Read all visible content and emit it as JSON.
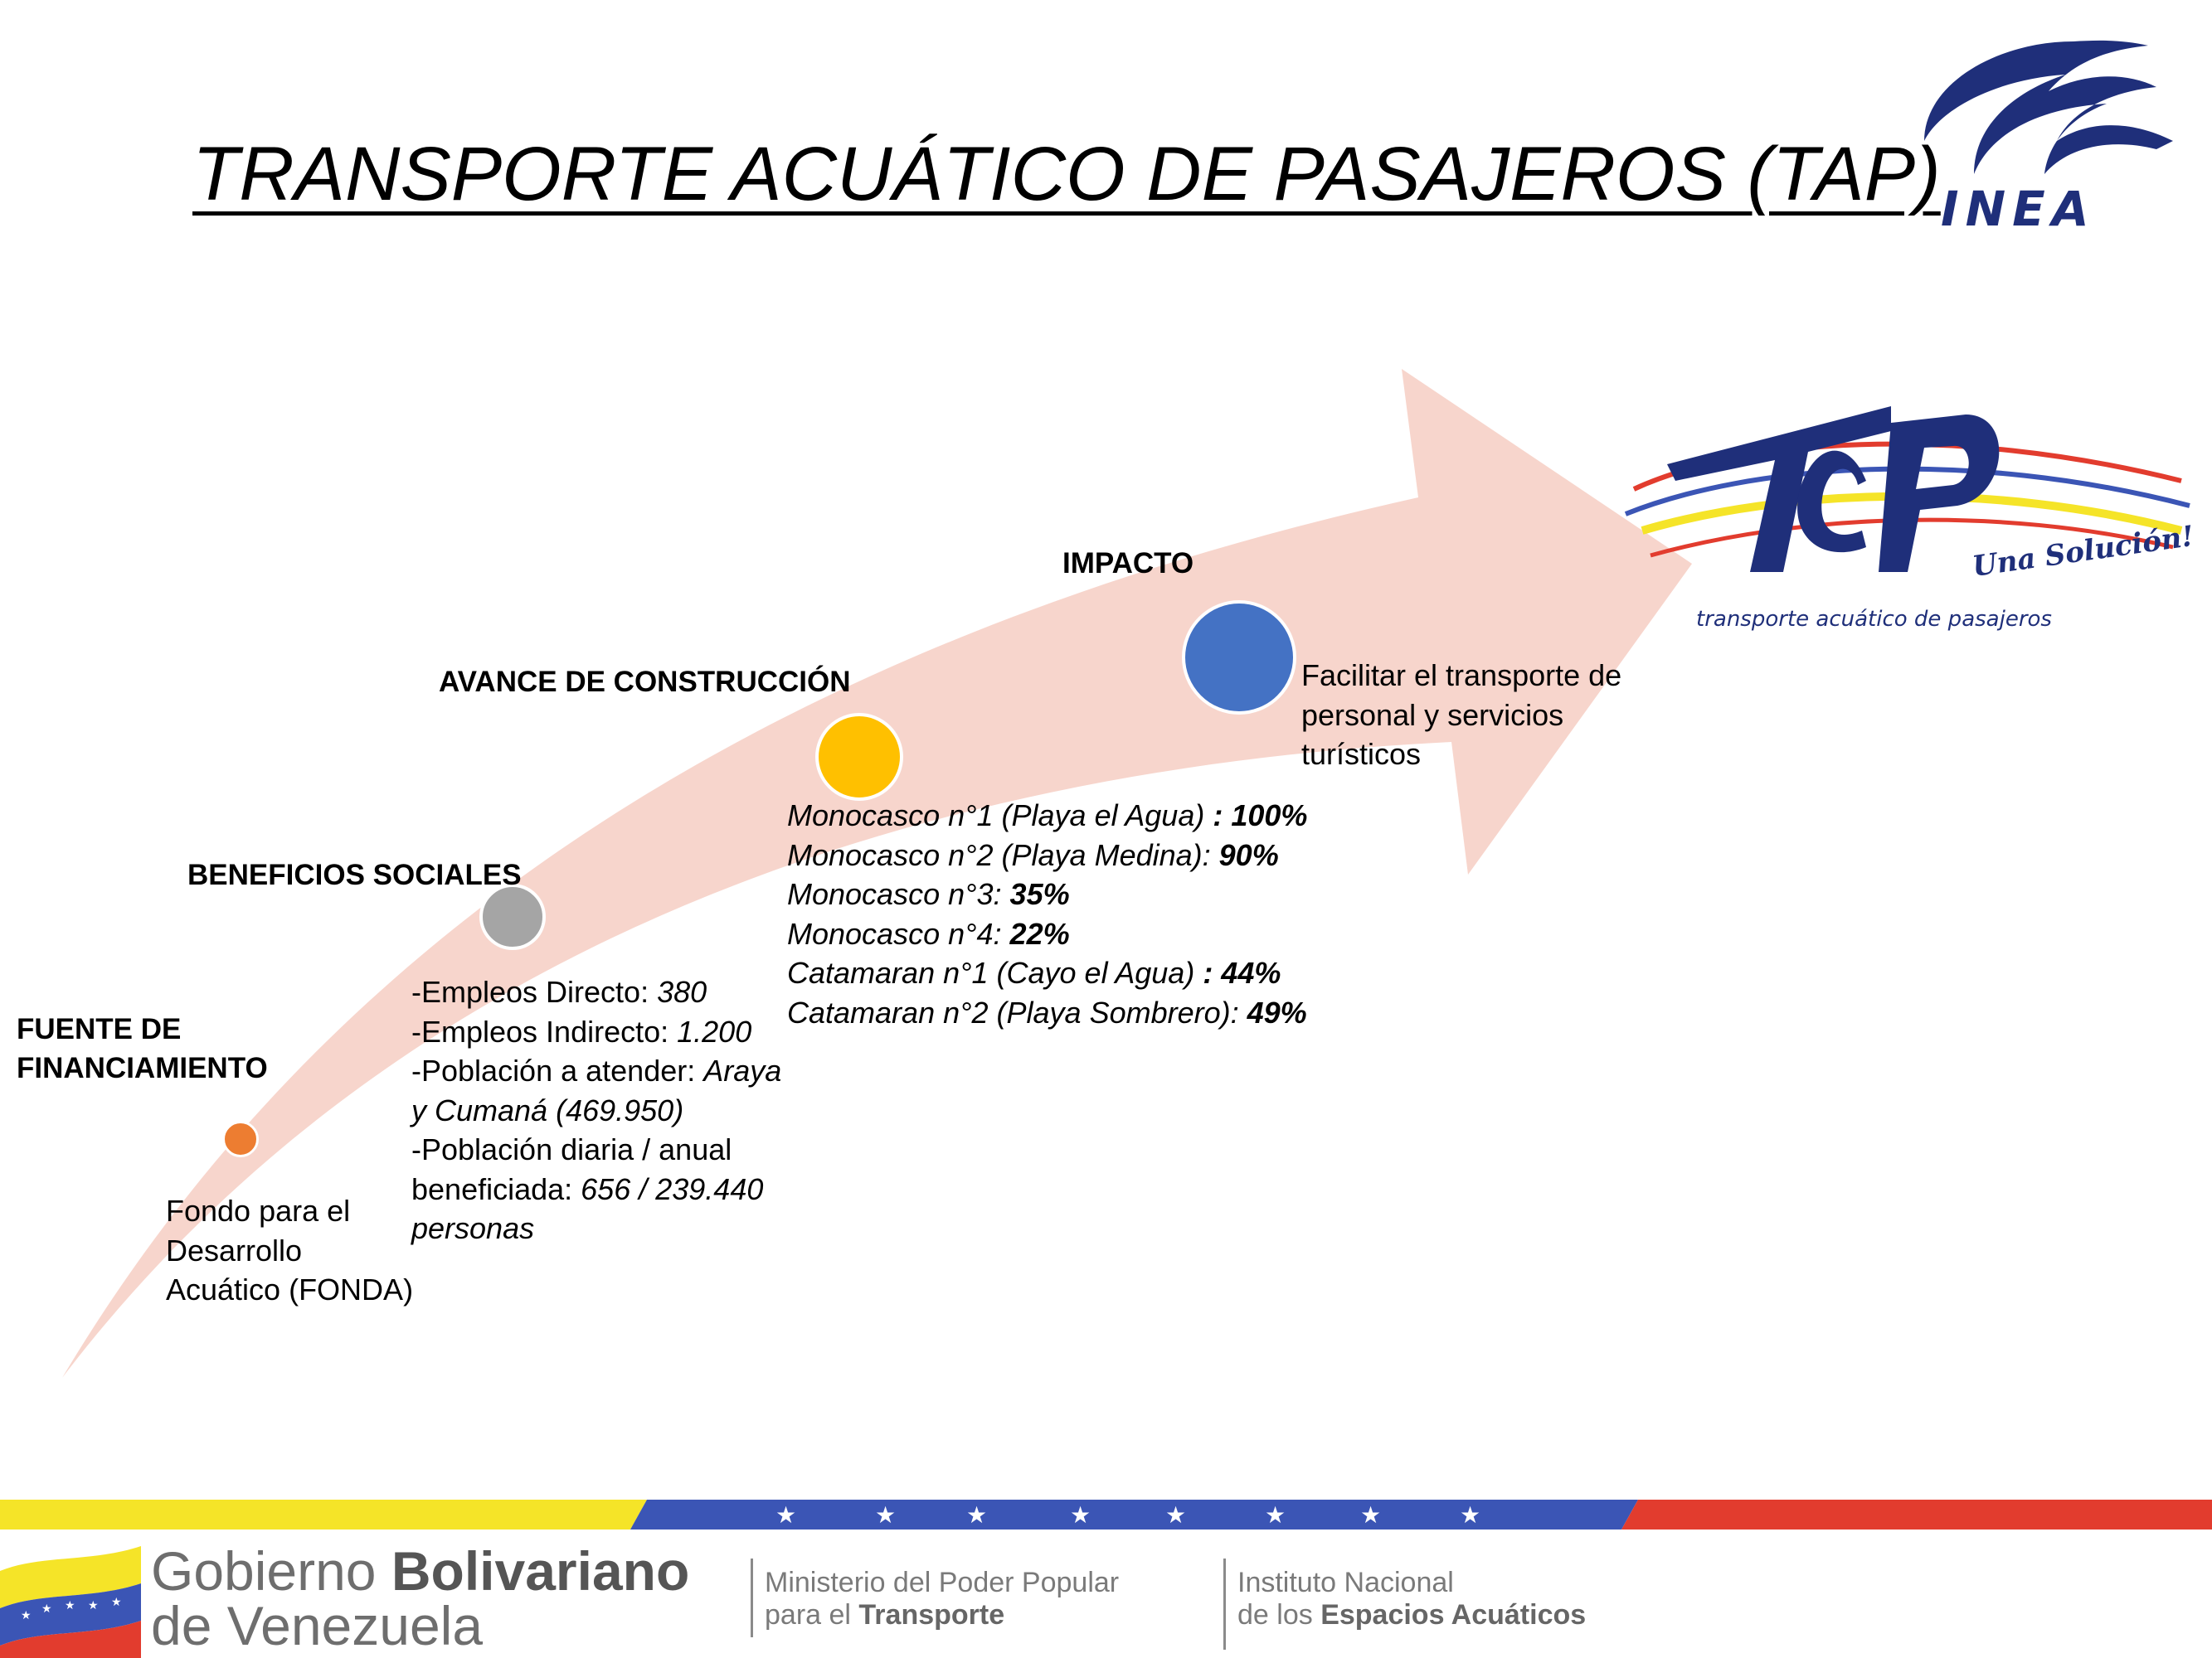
{
  "title": "TRANSPORTE ACUÁTICO DE PASAJEROS (TAP)",
  "colors": {
    "arrow": "#f7d5cc",
    "stage1": "#ed7d31",
    "stage2": "#a5a5a5",
    "stage3": "#ffc000",
    "stage4": "#4472c4",
    "navy": "#1f2f7a",
    "flag_yellow": "#f5e428",
    "flag_blue": "#3b55b5",
    "flag_red": "#e23c2e"
  },
  "stages": {
    "fuente": {
      "label_line1": "FUENTE DE",
      "label_line2": "FINANCIAMIENTO",
      "text": [
        "Fondo para el",
        "Desarrollo",
        "Acuático (FONDA)"
      ]
    },
    "beneficios": {
      "label": "BENEFICIOS SOCIALES",
      "l1_a": "-Empleos Directo: ",
      "l1_b": "380",
      "l2_a": "-Empleos Indirecto: ",
      "l2_b": "1.200",
      "l3_a": "-Población a atender: ",
      "l3_b": "Araya",
      "l4": "y Cumaná (469.950)",
      "l5": "-Población diaria / anual",
      "l6_a": "beneficiada: ",
      "l6_b": "656 / 239.440",
      "l7": "personas"
    },
    "avance": {
      "label": "AVANCE DE CONSTRUCCIÓN",
      "items": [
        {
          "name": "Monocasco n°1 (Playa el Agua)",
          "value": " : 100%"
        },
        {
          "name": "Monocasco n°2 (Playa Medina): ",
          "value": "90%"
        },
        {
          "name": "Monocasco n°3: ",
          "value": "35%"
        },
        {
          "name": "Monocasco n°4: ",
          "value": "22%"
        },
        {
          "name": "Catamaran n°1 (Cayo el Agua)",
          "value": " : 44%"
        },
        {
          "name": "Catamaran n°2 (Playa Sombrero): ",
          "value": "49%"
        }
      ]
    },
    "impacto": {
      "label": "IMPACTO",
      "text": [
        "Facilitar el transporte de",
        "personal y servicios",
        "turísticos"
      ]
    }
  },
  "logos": {
    "inea": "INEA",
    "tap_tagline": "Una Solución!",
    "tap_subtitle": "transporte acuático de pasajeros"
  },
  "footer": {
    "gob_line1_a": "Gobierno ",
    "gob_line1_b": "Bolivariano",
    "gob_line2": "de Venezuela",
    "min_line1": "Ministerio del Poder Popular",
    "min_line2_a": "para el ",
    "min_line2_b": "Transporte",
    "inst_line1": "Instituto Nacional",
    "inst_line2_a": "de los ",
    "inst_line2_b": "Espacios Acuáticos"
  }
}
